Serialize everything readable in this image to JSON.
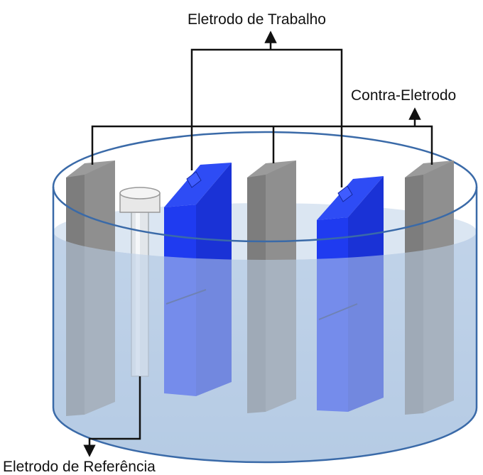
{
  "labels": {
    "working_electrode": "Eletrodo de Trabalho",
    "counter_electrode": "Contra-Eletrodo",
    "reference_electrode": "Eletrodo de Referência"
  },
  "colors": {
    "working_electrode": "#1f3bf0",
    "counter_electrode": "#8c8c8c",
    "reference_electrode": "#dcdcdc",
    "electrolyte": "#b9cde4",
    "vessel_outline": "#3a6aa8",
    "wire": "#111111"
  }
}
